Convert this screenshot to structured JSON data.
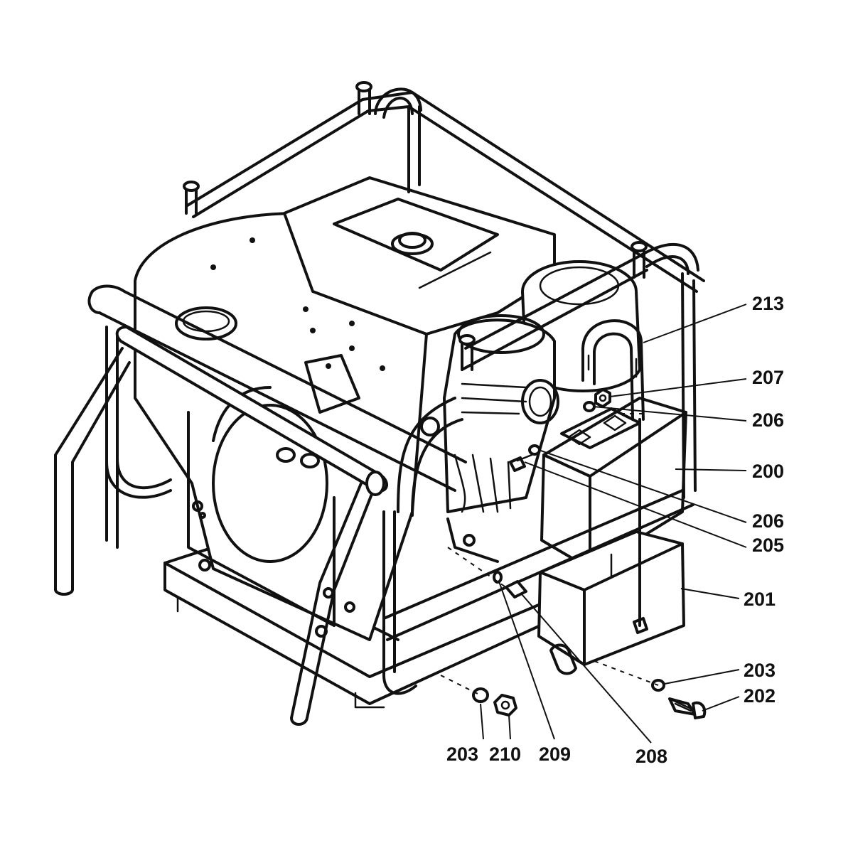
{
  "diagram": {
    "callouts": [
      {
        "id": "c213",
        "label": "213"
      },
      {
        "id": "c207",
        "label": "207"
      },
      {
        "id": "c206a",
        "label": "206"
      },
      {
        "id": "c200",
        "label": "200"
      },
      {
        "id": "c206b",
        "label": "206"
      },
      {
        "id": "c205",
        "label": "205"
      },
      {
        "id": "c201",
        "label": "201"
      },
      {
        "id": "c203a",
        "label": "203"
      },
      {
        "id": "c202",
        "label": "202"
      },
      {
        "id": "c203b",
        "label": "203"
      },
      {
        "id": "c210",
        "label": "210"
      },
      {
        "id": "c209",
        "label": "209"
      },
      {
        "id": "c208",
        "label": "208"
      }
    ]
  }
}
